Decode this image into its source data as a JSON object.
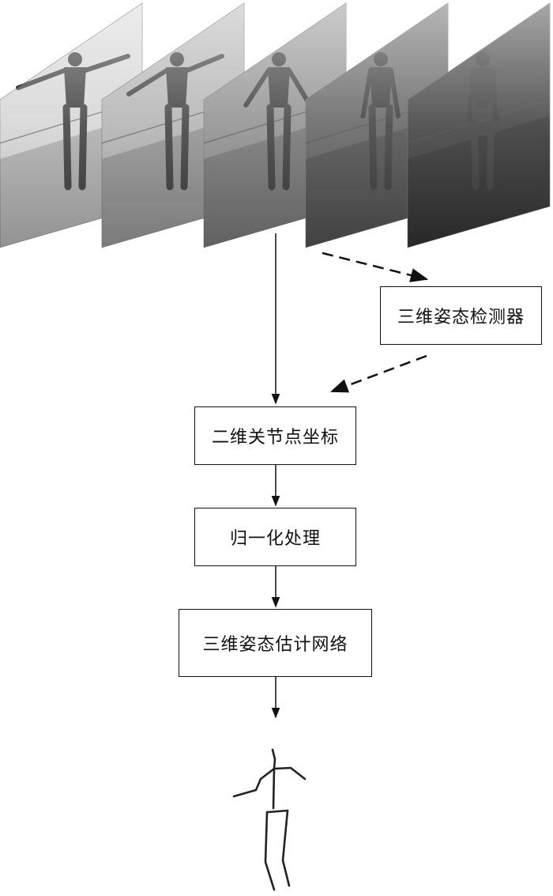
{
  "diagram": {
    "nodes": {
      "detector": "三维姿态检测器",
      "keypoints_2d": "二维关节点坐标",
      "normalization": "归一化处理",
      "estimation_network": "三维姿态估计网络"
    },
    "edges": [
      {
        "from": "video_frames",
        "to": "keypoints_2d",
        "style": "solid"
      },
      {
        "from": "video_frames",
        "to": "detector",
        "style": "dashed"
      },
      {
        "from": "detector",
        "to": "keypoints_2d",
        "style": "dashed"
      },
      {
        "from": "keypoints_2d",
        "to": "normalization",
        "style": "solid"
      },
      {
        "from": "normalization",
        "to": "estimation_network",
        "style": "solid"
      },
      {
        "from": "estimation_network",
        "to": "skeleton_3d",
        "style": "solid"
      }
    ],
    "frames": {
      "count": 5,
      "tones": [
        "#d4d4d4",
        "#b0b0b0",
        "#8c8c8c",
        "#5e5e5e",
        "#3a3a3a"
      ]
    }
  }
}
